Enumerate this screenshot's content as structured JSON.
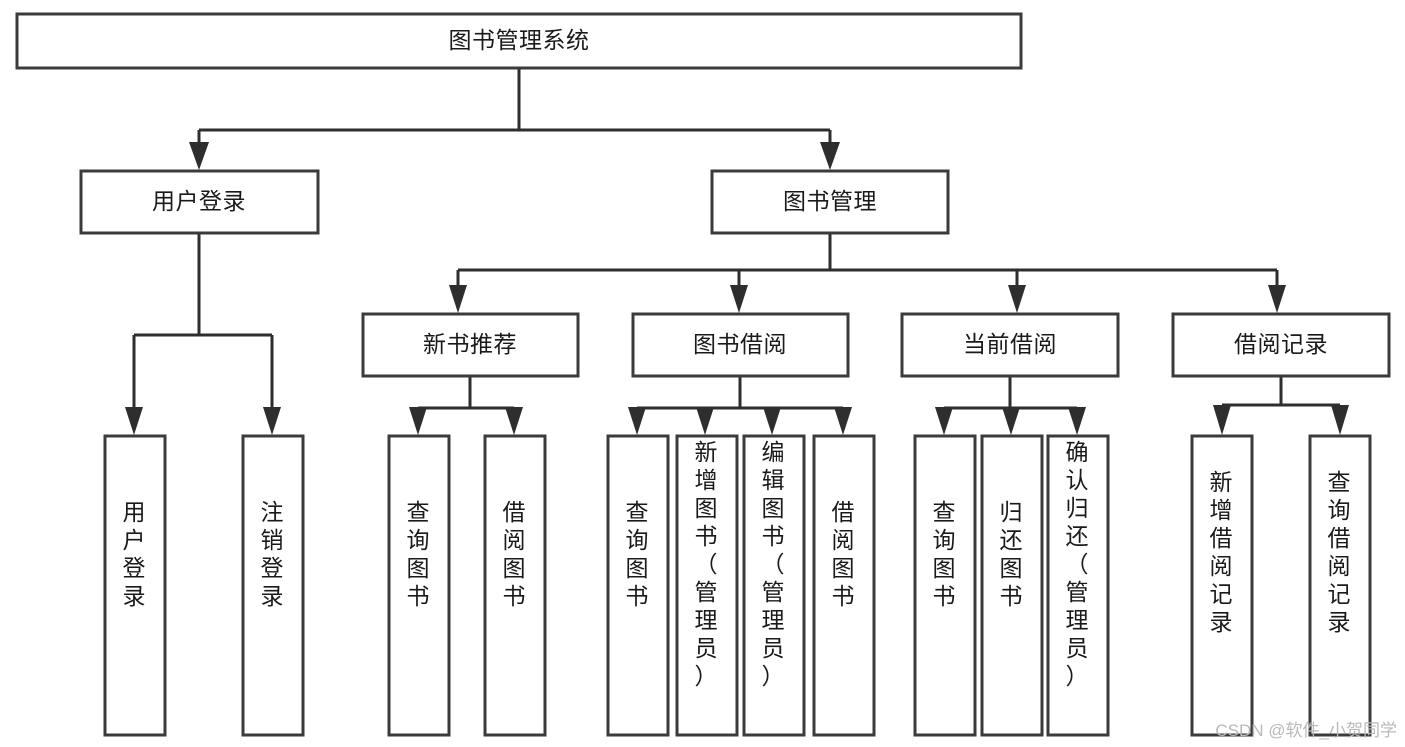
{
  "diagram": {
    "title": "图书管理系统",
    "type": "tree",
    "root": {
      "id": "root",
      "label": "图书管理系统",
      "orientation": "horizontal"
    },
    "level2": [
      {
        "id": "user-login",
        "label": "用户登录",
        "orientation": "horizontal"
      },
      {
        "id": "book-manage",
        "label": "图书管理",
        "orientation": "horizontal"
      }
    ],
    "level3": [
      {
        "id": "new-book-recommend",
        "label": "新书推荐",
        "orientation": "horizontal",
        "parent": "book-manage"
      },
      {
        "id": "book-borrow",
        "label": "图书借阅",
        "orientation": "horizontal",
        "parent": "book-manage"
      },
      {
        "id": "current-borrow",
        "label": "当前借阅",
        "orientation": "horizontal",
        "parent": "book-manage"
      },
      {
        "id": "borrow-record",
        "label": "借阅记录",
        "orientation": "horizontal",
        "parent": "book-manage"
      }
    ],
    "leaves": [
      {
        "id": "leaf-user-login",
        "label": "用户登录",
        "orientation": "vertical",
        "parent": "user-login"
      },
      {
        "id": "leaf-user-logout",
        "label": "注销登录",
        "orientation": "vertical",
        "parent": "user-login"
      },
      {
        "id": "leaf-query-book-1",
        "label": "查询图书",
        "orientation": "vertical",
        "parent": "new-book-recommend"
      },
      {
        "id": "leaf-borrow-book-1",
        "label": "借阅图书",
        "orientation": "vertical",
        "parent": "new-book-recommend"
      },
      {
        "id": "leaf-query-book-2",
        "label": "查询图书",
        "orientation": "vertical",
        "parent": "book-borrow"
      },
      {
        "id": "leaf-add-book",
        "label": "新增图书（管理员）",
        "orientation": "vertical",
        "parent": "book-borrow"
      },
      {
        "id": "leaf-edit-book",
        "label": "编辑图书（管理员）",
        "orientation": "vertical",
        "parent": "book-borrow"
      },
      {
        "id": "leaf-borrow-book-2",
        "label": "借阅图书",
        "orientation": "vertical",
        "parent": "book-borrow"
      },
      {
        "id": "leaf-query-book-3",
        "label": "查询图书",
        "orientation": "vertical",
        "parent": "current-borrow"
      },
      {
        "id": "leaf-return-book",
        "label": "归还图书",
        "orientation": "vertical",
        "parent": "current-borrow"
      },
      {
        "id": "leaf-confirm-return",
        "label": "确认归还（管理员）",
        "orientation": "vertical",
        "parent": "current-borrow"
      },
      {
        "id": "leaf-add-record",
        "label": "新增借阅记录",
        "orientation": "vertical",
        "parent": "borrow-record"
      },
      {
        "id": "leaf-query-record",
        "label": "查询借阅记录",
        "orientation": "vertical",
        "parent": "borrow-record"
      }
    ],
    "colors": {
      "box_stroke": "#3b3b3b",
      "box_fill": "#ffffff",
      "connector": "#2e2e2e",
      "text": "#1a1a1a",
      "watermark": "#b9b9b9",
      "background": "#ffffff"
    }
  },
  "watermark": {
    "text": "CSDN @软件_小贺同学"
  }
}
